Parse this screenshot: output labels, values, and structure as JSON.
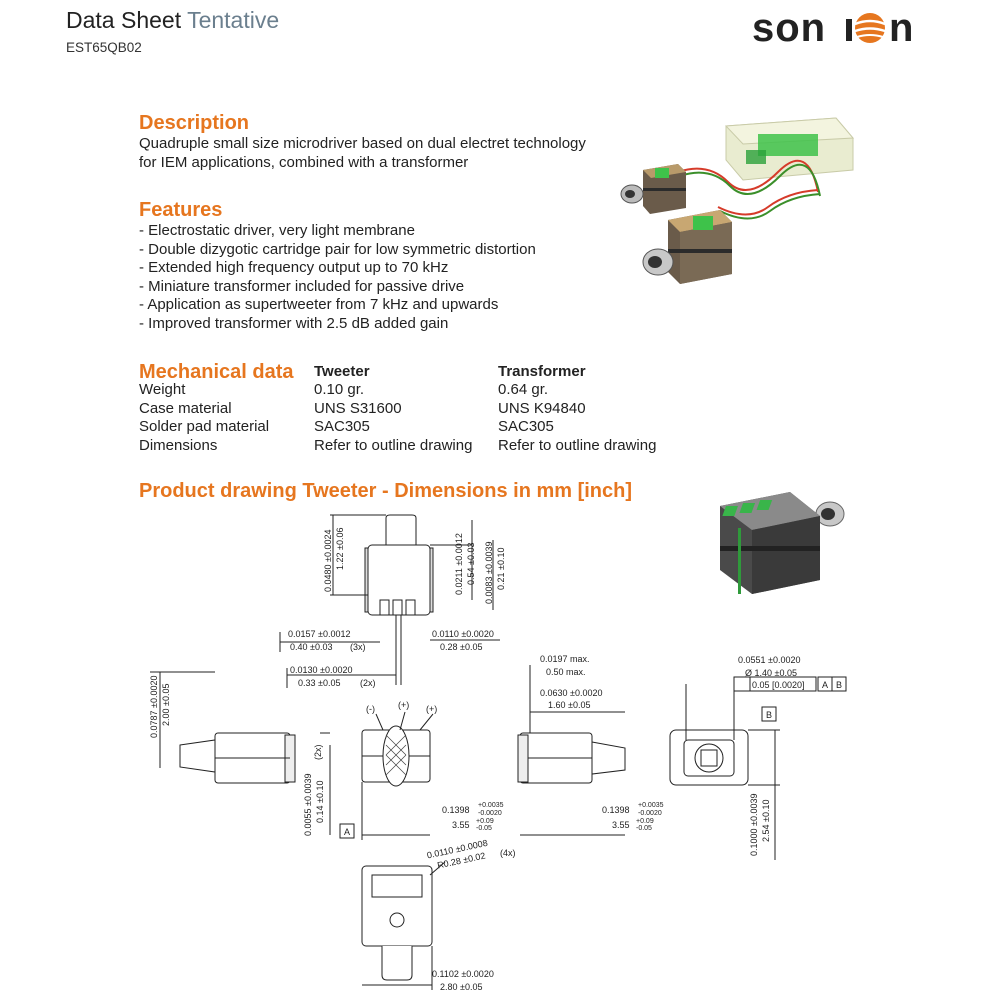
{
  "header": {
    "title_main": "Data Sheet",
    "title_sub": "Tentative",
    "doc_id": "EST65QB02",
    "logo_text": "sonion"
  },
  "description": {
    "heading": "Description",
    "lines": [
      "Quadruple small size microdriver based on dual electret technology",
      "for IEM applications, combined with a transformer"
    ]
  },
  "features": {
    "heading": "Features",
    "items": [
      "- Electrostatic driver, very light membrane",
      "- Double dizygotic cartridge pair for low symmetric distortion",
      "- Extended high frequency output up to 70 kHz",
      "- Miniature transformer included for passive drive",
      "- Application as supertweeter from 7 kHz and upwards",
      "- Improved transformer with 2.5 dB added gain"
    ]
  },
  "mechanical": {
    "heading": "Mechanical data",
    "col_tweeter": "Tweeter",
    "col_transformer": "Transformer",
    "rows": [
      {
        "label": "Weight",
        "tweeter": "0.10 gr.",
        "transformer": "0.64 gr."
      },
      {
        "label": "Case material",
        "tweeter": "UNS S31600",
        "transformer": "UNS K94840"
      },
      {
        "label": "Solder pad material",
        "tweeter": "SAC305",
        "transformer": "SAC305"
      },
      {
        "label": "Dimensions",
        "tweeter": "Refer to outline drawing",
        "transformer": "Refer to outline drawing"
      }
    ]
  },
  "drawing": {
    "heading": "Product drawing Tweeter - Dimensions in mm [inch]",
    "dims": {
      "d_0480": "0.0480 ±0.0024",
      "d_122": "1.22 ±0.06",
      "d_0211": "0.0211 ±0.0012",
      "d_054": "0.54 ±0.03",
      "d_0083": "0.0083 ±0.0039",
      "d_021": "0.21 ±0.10",
      "d_0157": "0.0157 ±0.0012",
      "d_040": "0.40 ±0.03",
      "x3": "(3x)",
      "d_0110a": "0.0110 ±0.0020",
      "d_028": "0.28 ±0.05",
      "d_0130": "0.0130 ±0.0020",
      "d_033": "0.33 ±0.05",
      "x2": "(2x)",
      "d_0197": "0.0197 max.",
      "d_050": "0.50 max.",
      "d_0630": "0.0630 ±0.0020",
      "d_160": "1.60 ±0.05",
      "d_0551": "0.0551 ±0.0020",
      "d_140": "Ø 1.40 ±0.05",
      "flat_tol": "0.05 [0.0020]",
      "datum_a": "A",
      "datum_b": "B",
      "d_0787": "0.0787 ±0.0020",
      "d_200": "2.00 ±0.05",
      "minus": "(-)",
      "plus1": "(+)",
      "plus2": "(+)",
      "x2b": "(2x)",
      "d_0055": "0.0055 ±0.0039",
      "d_014": "0.14 ±0.10",
      "d_1398a": "0.1398",
      "d_1398a_tol_up": "+0.0035",
      "d_1398a_tol_dn": "-0.0020",
      "d_355a": "3.55",
      "d_355a_tol_up": "+0.09",
      "d_355a_tol_dn": "-0.05",
      "d_1398b": "0.1398",
      "d_1398b_tol_up": "+0.0035",
      "d_1398b_tol_dn": "-0.0020",
      "d_355b": "3.55",
      "d_355b_tol_up": "+0.09",
      "d_355b_tol_dn": "-0.05",
      "d_1000": "0.1000 ±0.0039",
      "d_254": "2.54 ±0.10",
      "d_0110b": "0.0110 ±0.0008",
      "d_r028": "R0.28 ±0.02",
      "x4": "(4x)",
      "d_1102": "0.1102 ±0.0020",
      "d_280": "2.80 ±0.05"
    }
  },
  "colors": {
    "accent": "#e6761f",
    "subtitle": "#6b7f8e",
    "text": "#222222"
  }
}
